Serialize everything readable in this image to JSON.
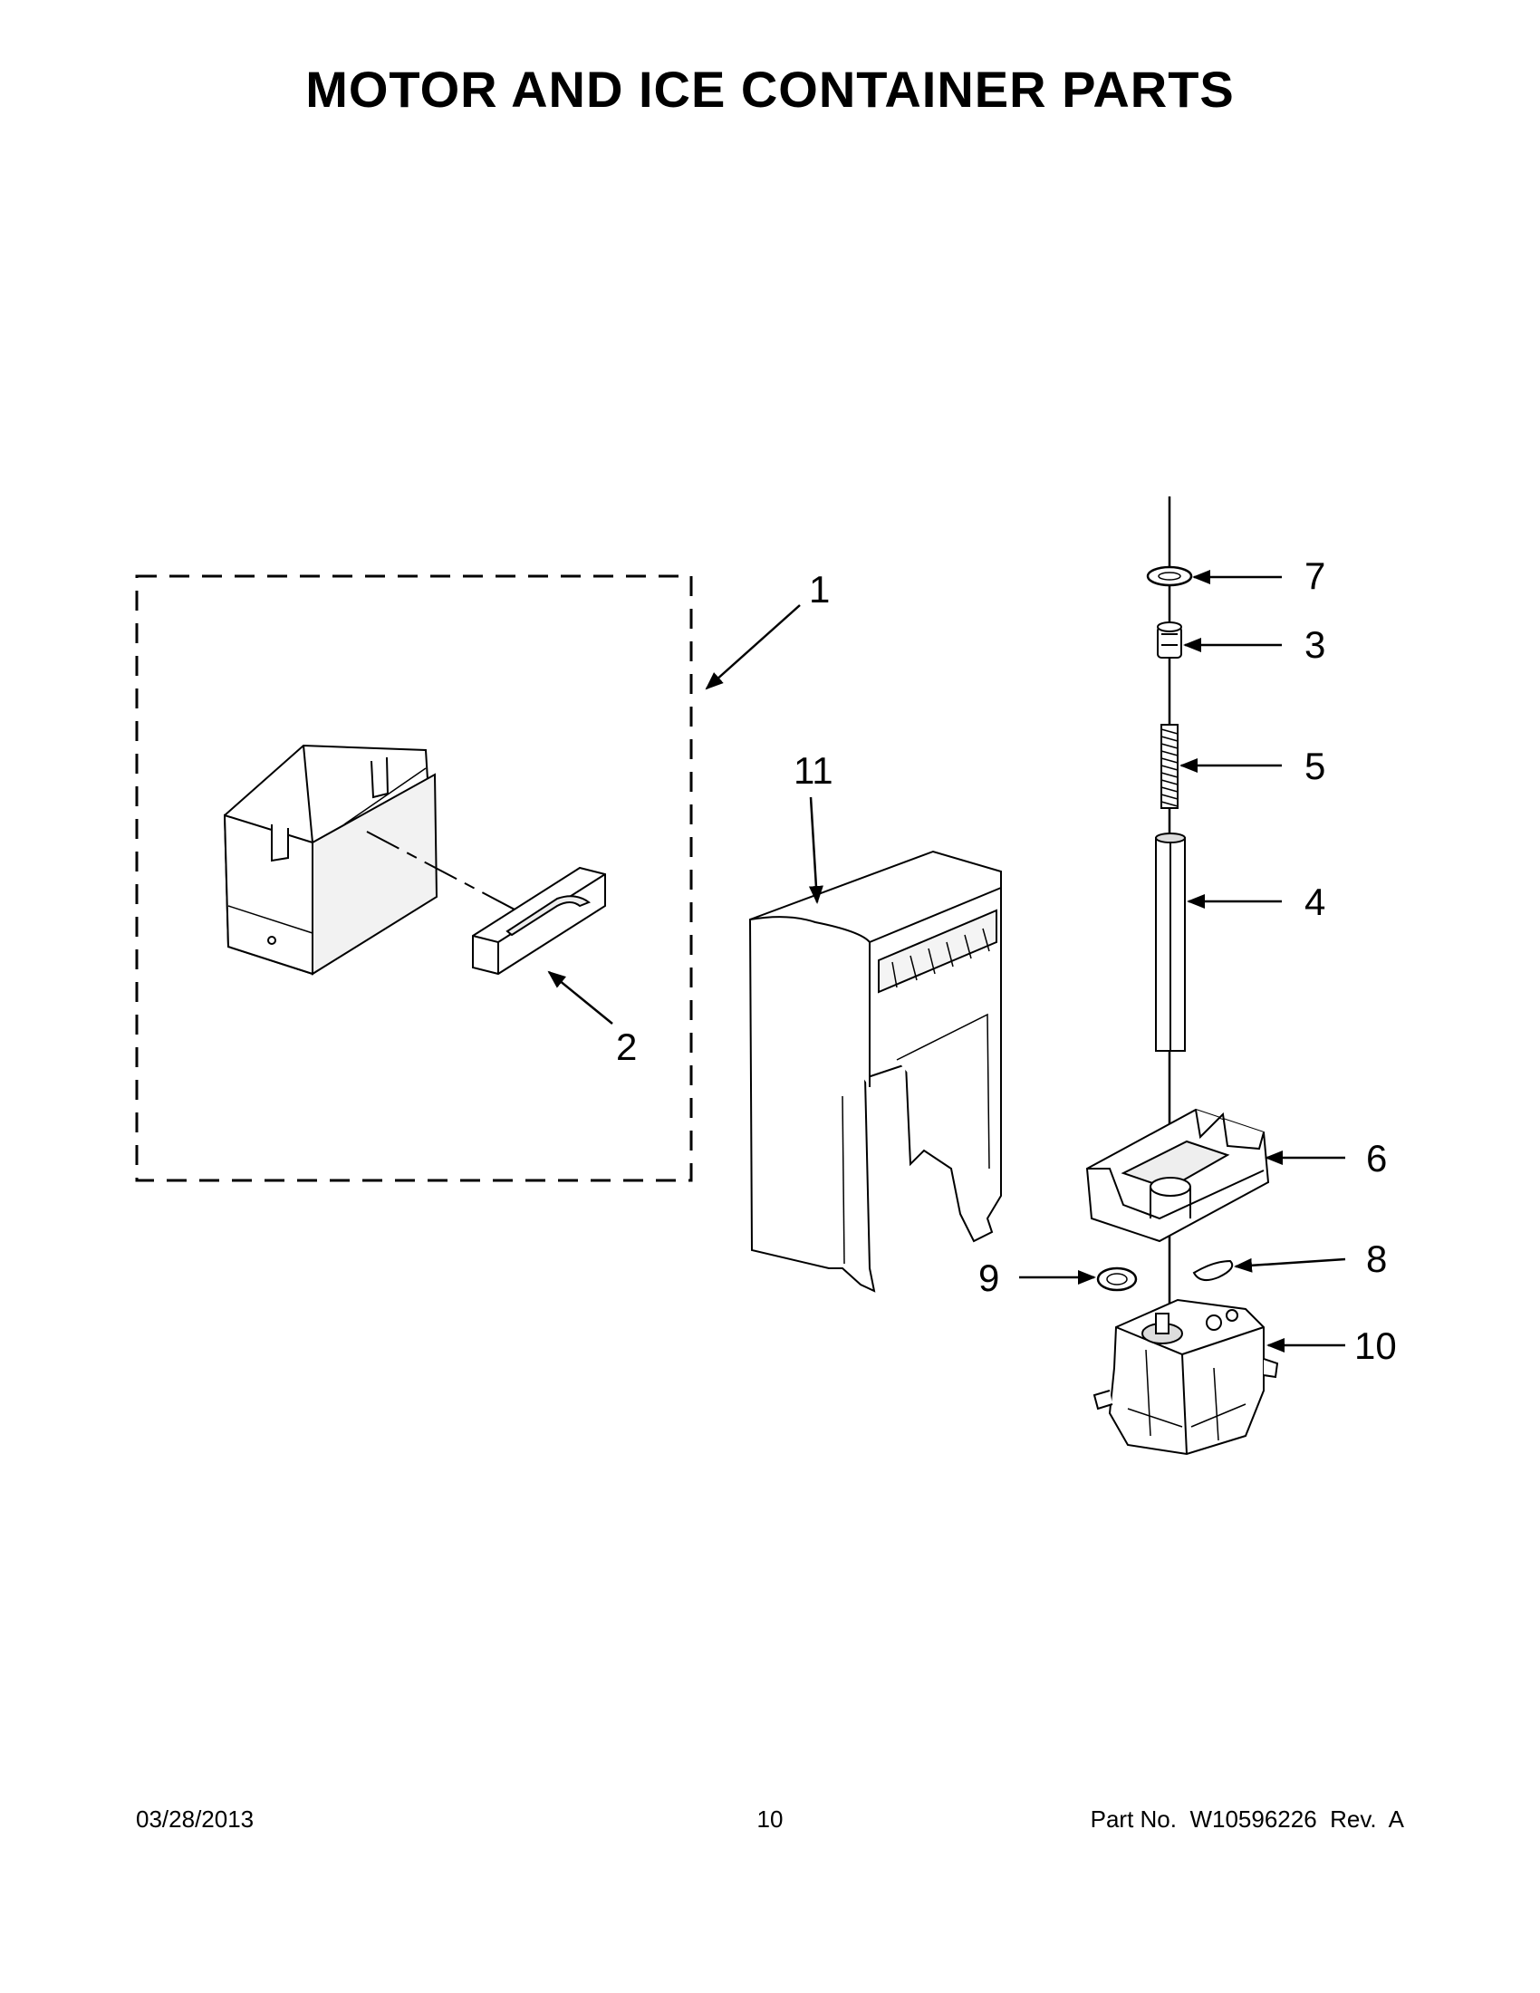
{
  "page": {
    "title": "MOTOR AND ICE CONTAINER PARTS"
  },
  "callouts": {
    "c1": "1",
    "c2": "2",
    "c3": "3",
    "c4": "4",
    "c5": "5",
    "c6": "6",
    "c7": "7",
    "c8": "8",
    "c9": "9",
    "c10": "10",
    "c11": "11"
  },
  "footer": {
    "date": "03/28/2013",
    "page_number": "10",
    "part_no": "Part No.  W10596226  Rev.  A"
  }
}
